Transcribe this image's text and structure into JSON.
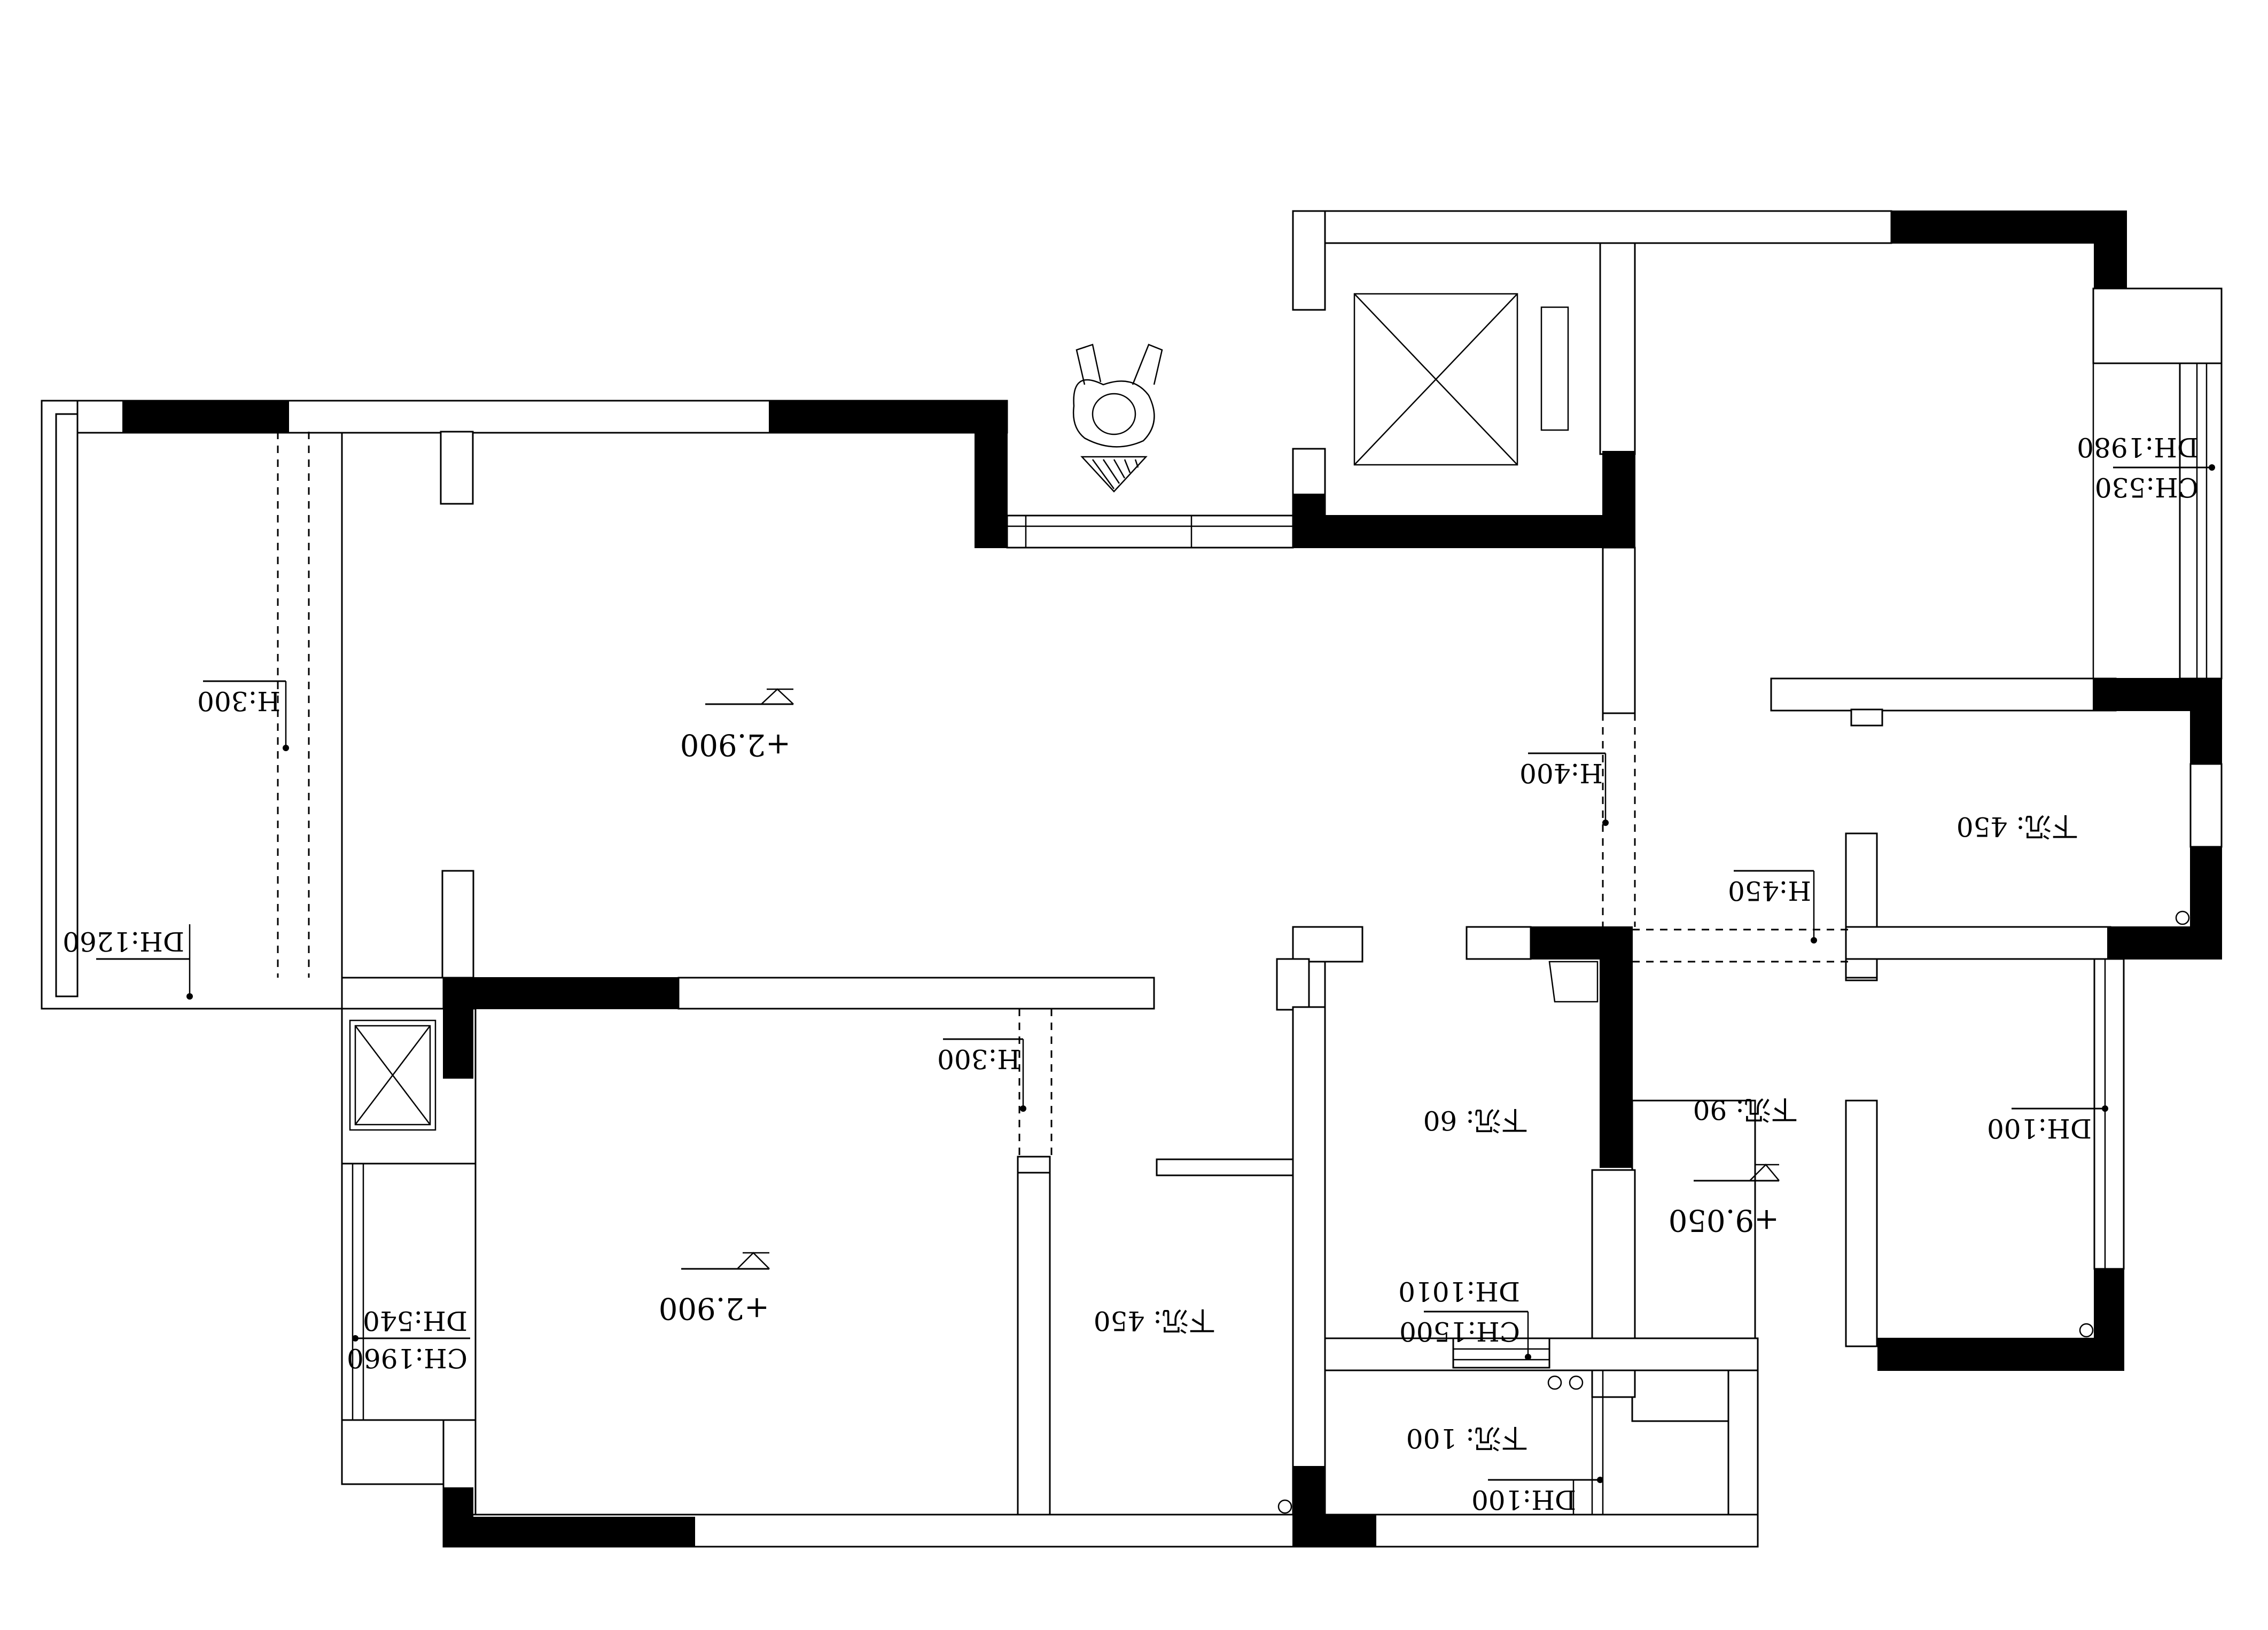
{
  "plan": {
    "level_marks": [
      "+2.900",
      "+2.900",
      "+9.050"
    ],
    "height_tags": [
      "H:300",
      "H:400",
      "H:450",
      "H:300"
    ],
    "sink_labels": [
      "下沉: 450",
      "下沉: 60",
      "下沉: 90",
      "下沉: 450",
      "下沉: 100"
    ],
    "opening_tags": [
      "DH:1980",
      "CH:530",
      "DH:1260",
      "DH:100",
      "DH:1010",
      "CH:1500",
      "DH:540",
      "CH:1960",
      "DH:100"
    ]
  }
}
